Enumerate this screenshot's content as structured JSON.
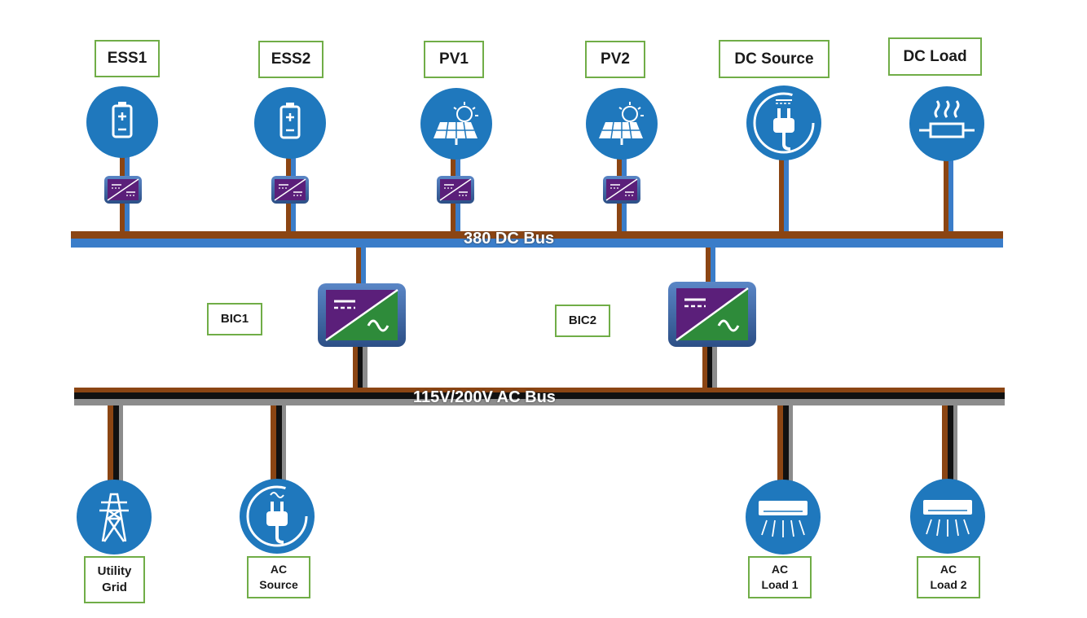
{
  "buses": {
    "dc_label": "380 DC Bus",
    "ac_label": "115V/200V AC Bus"
  },
  "dc_nodes": [
    {
      "label": "ESS1",
      "icon": "battery-icon",
      "converter": true
    },
    {
      "label": "ESS2",
      "icon": "battery-icon",
      "converter": true
    },
    {
      "label": "PV1",
      "icon": "solar-panel-icon",
      "converter": true
    },
    {
      "label": "PV2",
      "icon": "solar-panel-icon",
      "converter": true
    },
    {
      "label": "DC Source",
      "icon": "plug-icon",
      "converter": false
    },
    {
      "label": "DC Load",
      "icon": "heater-icon",
      "converter": false
    }
  ],
  "bics": [
    {
      "label": "BIC1",
      "icon": "dc-ac-converter-icon"
    },
    {
      "label": "BIC2",
      "icon": "dc-ac-converter-icon"
    }
  ],
  "ac_nodes": [
    {
      "label": "Utility\nGrid",
      "icon": "transmission-tower-icon"
    },
    {
      "label": "AC\nSource",
      "icon": "ac-plug-icon"
    },
    {
      "label": "AC\nLoad 1",
      "icon": "air-conditioner-icon"
    },
    {
      "label": "AC\nLoad 2",
      "icon": "air-conditioner-icon"
    }
  ],
  "colors": {
    "circle": "#1f78bd",
    "dc_wire_brown": "#8b4513",
    "dc_wire_blue": "#3a7dc9",
    "ac_wire_black": "#111111",
    "ac_wire_gray": "#8c8c8c",
    "label_border": "#70ad47",
    "converter_purple": "#5b1f7a",
    "converter_green": "#2e8b3a"
  }
}
